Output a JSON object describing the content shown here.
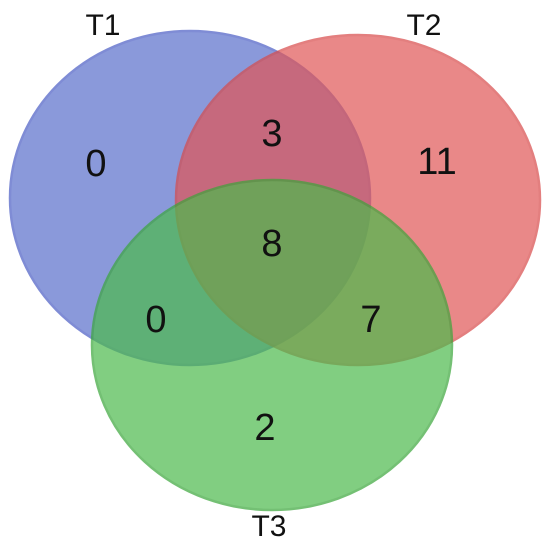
{
  "diagram": {
    "type": "venn-3",
    "sets": [
      {
        "id": "t1",
        "label": "T1",
        "fill": "#5a6fcb",
        "stroke": "#4a5cc4"
      },
      {
        "id": "t2",
        "label": "T2",
        "fill": "#e05656",
        "stroke": "#d84a4a"
      },
      {
        "id": "t3",
        "label": "T3",
        "fill": "#4cba4c",
        "stroke": "#3aa63a"
      }
    ],
    "regions": {
      "t1_only": "0",
      "t2_only": "11",
      "t3_only": "2",
      "t1_t2": "3",
      "t1_t3": "0",
      "t2_t3": "7",
      "t1_t2_t3": "8"
    }
  }
}
